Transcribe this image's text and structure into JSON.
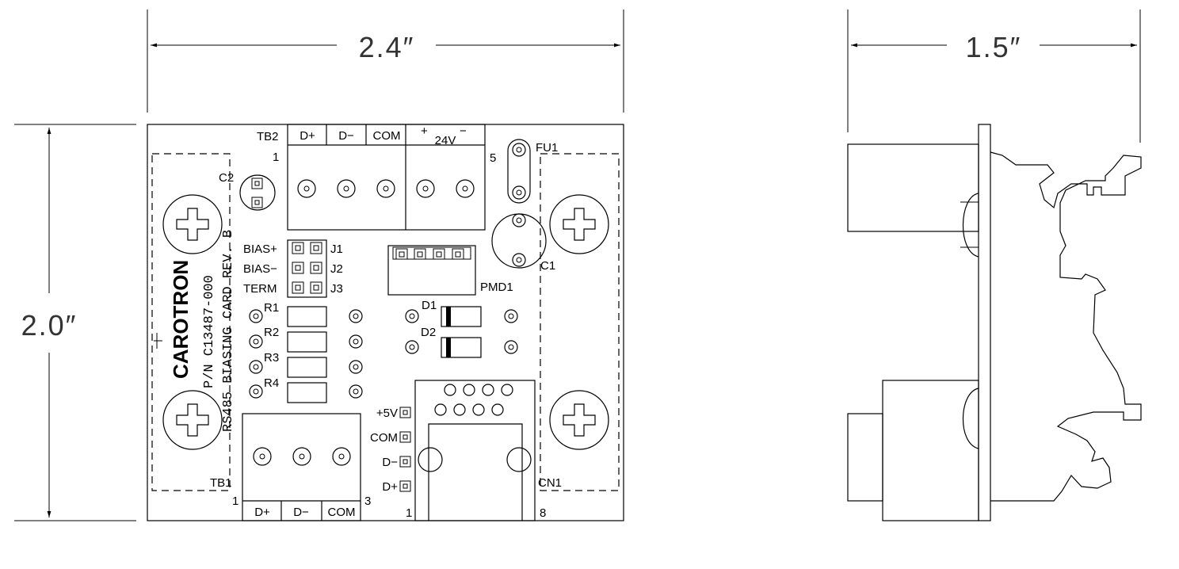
{
  "dimensions": {
    "width_top": "2.4″",
    "height_side": "2.0″",
    "depth_side": "1.5″"
  },
  "board": {
    "brand": "CAROTRON",
    "part_number": "P/N C13487-000",
    "description": "RS485 BIASING CARD REV. B"
  },
  "tb2": {
    "name": "TB2",
    "pin_one": "1",
    "pin_five": "5",
    "terminals": [
      "D+",
      "D−",
      "COM"
    ],
    "plus": "+",
    "minus": "−",
    "supply": "24V"
  },
  "tb1": {
    "name": "TB1",
    "pin_one": "1",
    "pin_three": "3",
    "terminals": [
      "D+",
      "D−",
      "COM"
    ]
  },
  "components": {
    "c1": "C1",
    "c2": "C2",
    "fu1": "FU1",
    "pmd1": "PMD1",
    "d1": "D1",
    "d2": "D2",
    "r1": "R1",
    "r2": "R2",
    "r3": "R3",
    "r4": "R4",
    "cn1": "CN1",
    "cn1_pin_one": "1",
    "cn1_pin_eight": "8"
  },
  "jumpers": [
    {
      "label": "BIAS+",
      "id": "J1"
    },
    {
      "label": "BIAS−",
      "id": "J2"
    },
    {
      "label": "TERM",
      "id": "J3"
    }
  ],
  "test_points": [
    "+5V",
    "COM",
    "D−",
    "D+"
  ]
}
